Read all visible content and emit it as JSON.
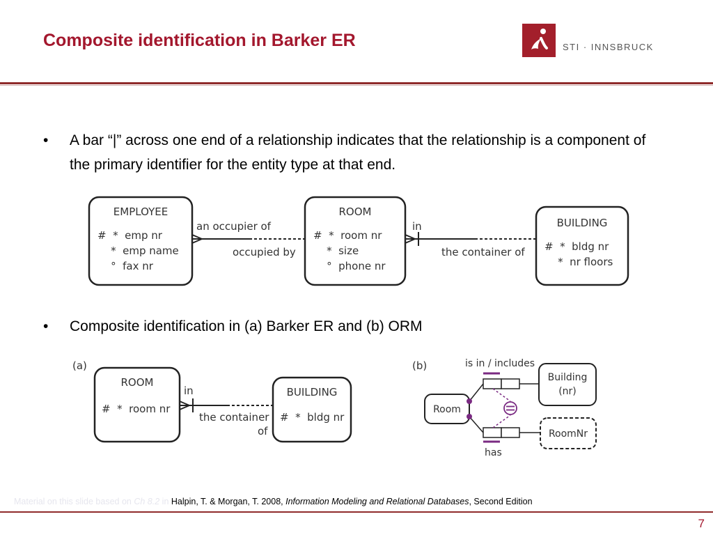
{
  "header": {
    "title": "Composite identification in Barker ER",
    "logo_text": "STI · INNSBRUCK"
  },
  "bullets": [
    {
      "marker": "•",
      "text": "A bar “|” across one end of a relationship indicates that the relationship is a component of the primary identifier for the entity type at that end."
    },
    {
      "marker": "•",
      "text": "Composite identification in (a) Barker ER and (b) ORM"
    }
  ],
  "diagram1": {
    "employee": {
      "title": "EMPLOYEE",
      "lines": [
        "#  *  emp nr",
        "    *  emp name",
        "    °  fax nr"
      ]
    },
    "room": {
      "title": "ROOM",
      "lines": [
        "#  *  room nr",
        "    *  size",
        "    °  phone nr"
      ]
    },
    "building": {
      "title": "BUILDING",
      "lines": [
        "#  *  bldg nr",
        "    *  nr floors"
      ]
    },
    "rel1_top": "an occupier of",
    "rel1_bottom": "occupied by",
    "rel2_top": "in",
    "rel2_bottom": "the container of"
  },
  "diagram_a": {
    "label": "(a)",
    "room": {
      "title": "ROOM",
      "lines": [
        "#  *  room nr"
      ]
    },
    "building": {
      "title": "BUILDING",
      "lines": [
        "#  *  bldg nr"
      ]
    },
    "rel_top": "in",
    "rel_bottom_1": "the container",
    "rel_bottom_2": "of"
  },
  "diagram_b": {
    "label": "(b)",
    "room": "Room",
    "building_1": "Building",
    "building_2": "(nr)",
    "roomnr": "RoomNr",
    "fact_top": "is in / includes",
    "fact_bottom": "has"
  },
  "footer": {
    "faded_prefix": "Material on this slide based on",
    "faded_chapter": "Ch 8.2",
    "faded_in": "in",
    "ref_authors": "Halpin, T. & Morgan, T. 2008,",
    "ref_book": "Information Modeling and Relational Databases",
    "ref_edition": ", Second Edition"
  },
  "page_number": "7",
  "colors": {
    "title": "#a3172d",
    "rule": "#8f2b2b",
    "orm_purple": "#7a2a82"
  }
}
